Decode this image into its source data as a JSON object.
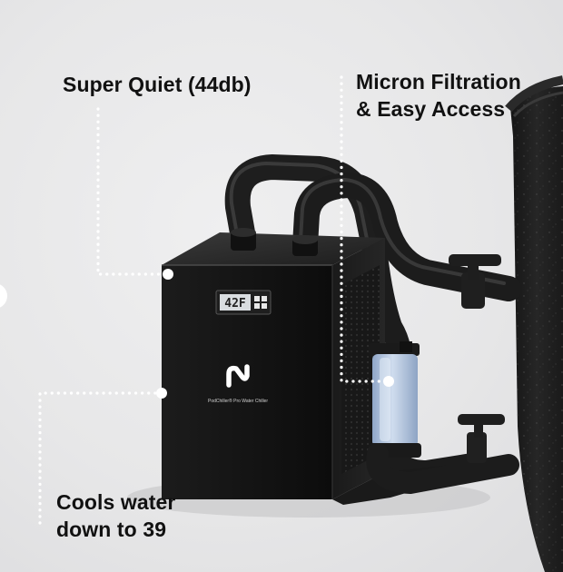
{
  "callouts": {
    "quiet": {
      "line1": "Super Quiet (44db)"
    },
    "filtration": {
      "line1": "Micron Filtration",
      "line2": "& Easy Access"
    },
    "cooling": {
      "line1": "Cools water",
      "line2": "down to 39"
    }
  },
  "device": {
    "display_reading": "42F",
    "logo_text": "PodChiller® Pro Water Chiller"
  },
  "colors": {
    "background": "#e6e6e7",
    "chiller_body": "#141414",
    "hose": "#202020",
    "filter_canister": "#b8cbe6",
    "callout_line": "#ffffff",
    "text": "#111111"
  },
  "icons": [
    "chiller-logo-icon",
    "display-button-grid-icon",
    "valve-handle-icon"
  ]
}
